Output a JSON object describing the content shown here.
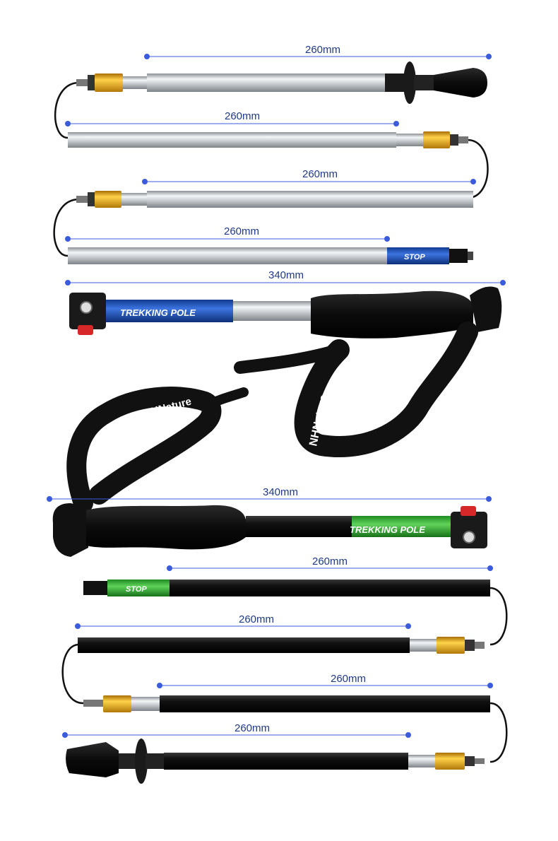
{
  "dimensions": {
    "silver_tip_section": "260mm",
    "silver_section_2": "260mm",
    "silver_section_3": "260mm",
    "silver_section_4": "260mm",
    "blue_handle": "340mm",
    "green_handle": "340mm",
    "black_section_1": "260mm",
    "black_section_2": "260mm",
    "black_section_3": "260mm",
    "black_tip_section": "260mm"
  },
  "product_text": {
    "strap_brand_1": "NHNature",
    "strap_brand_2": "NHNature",
    "blue_shaft_text": "TREKKING POLE",
    "green_shaft_text": "TREKKING POLE",
    "stop_mark_1": "STOP",
    "stop_mark_2": "STOP"
  },
  "colors": {
    "dimension_line": "#3b5bdb",
    "dimension_text": "#1f3a8a",
    "silver": "#c8ccd0",
    "gold_connector": "#e3a617",
    "blue_shaft": "#1e4fb3",
    "green_shaft": "#3cb53c",
    "black": "#151515"
  }
}
